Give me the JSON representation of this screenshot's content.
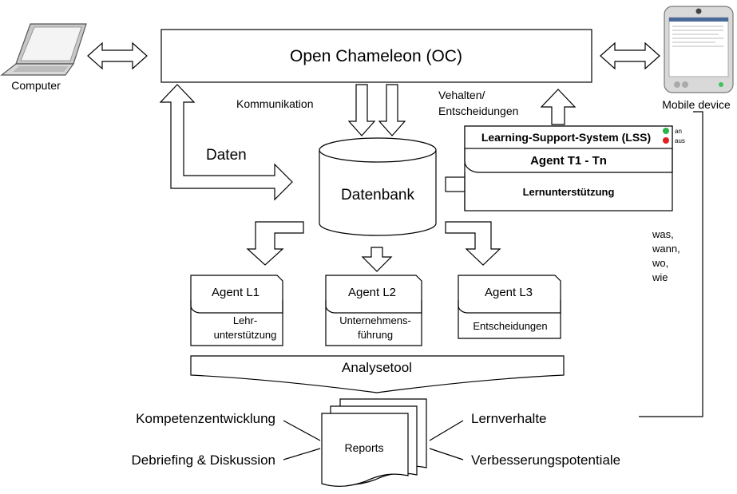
{
  "open_chameleon": "Open Chameleon (OC)",
  "computer_label": "Computer",
  "mobile_label": "Mobile device",
  "kommunikation": "Kommunikation",
  "verhalten_line1": "Vehalten/",
  "verhalten_line2": "Entscheidungen",
  "daten": "Daten",
  "datenbank": "Datenbank",
  "lss": {
    "title": "Learning-Support-System (LSS)",
    "on_label": "an",
    "off_label": "aus",
    "agent": "Agent T1 - Tn",
    "support": "Lernunterstützung",
    "on_color": "#2db34a",
    "off_color": "#e02020"
  },
  "was_wann": [
    "was,",
    "wann,",
    "wo,",
    "wie"
  ],
  "agents": [
    {
      "title": "Agent L1",
      "lines": [
        "Lehr-",
        "unterstützung"
      ]
    },
    {
      "title": "Agent L2",
      "lines": [
        "Unternehmens-",
        "führung"
      ]
    },
    {
      "title": "Agent L3",
      "lines": [
        "Entscheidungen"
      ]
    }
  ],
  "analysetool": "Analysetool",
  "reports": "Reports",
  "left_outputs": [
    "Kompetenzentwicklung",
    "Debriefing & Diskussion"
  ],
  "right_outputs": [
    "Lernverhalte",
    "Verbesserungspotentiale"
  ]
}
